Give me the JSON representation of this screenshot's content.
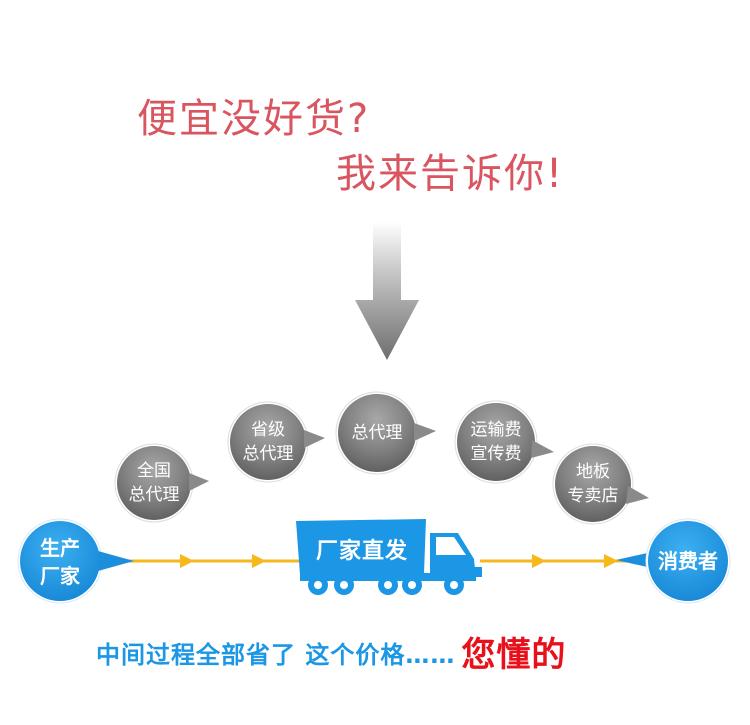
{
  "headline": {
    "line1": "便宜没好货?",
    "line2": "我来告诉你!"
  },
  "bubbles": [
    {
      "line1": "全国",
      "line2": "总代理"
    },
    {
      "line1": "省级",
      "line2": "总代理"
    },
    {
      "line1": "总代理",
      "line2": ""
    },
    {
      "line1": "运输费",
      "line2": "宣传费"
    },
    {
      "line1": "地板",
      "line2": "专卖店"
    }
  ],
  "producer": {
    "line1": "生产",
    "line2": "厂家"
  },
  "consumer": {
    "label": "消费者"
  },
  "truck": {
    "label": "厂家直发"
  },
  "bottom": {
    "text": "中间过程全部省了  这个价格……",
    "emphasis": "您懂的"
  },
  "colors": {
    "headline": "#d9555f",
    "blue": "#1c97e6",
    "arrow_yellow": "#f6b81c",
    "emphasis_red": "#e8101a",
    "bubble_gray": "#7b7b7b"
  }
}
